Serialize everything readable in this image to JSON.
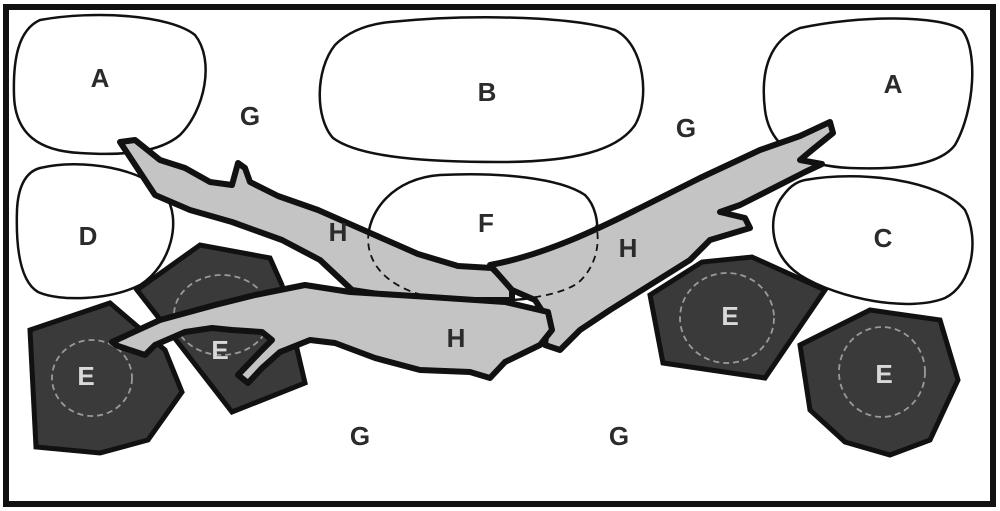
{
  "colors": {
    "outline": "#111111",
    "background": "#ffffff",
    "branch_fill": "#c4c4c4",
    "rock_fill": "#3a3a3a",
    "dark_label": "#2b2b2b",
    "light_label": "#d9d9d9"
  },
  "labels": {
    "a": "A",
    "b": "B",
    "c": "C",
    "d": "D",
    "e": "E",
    "f": "F",
    "g": "G",
    "h": "H"
  }
}
